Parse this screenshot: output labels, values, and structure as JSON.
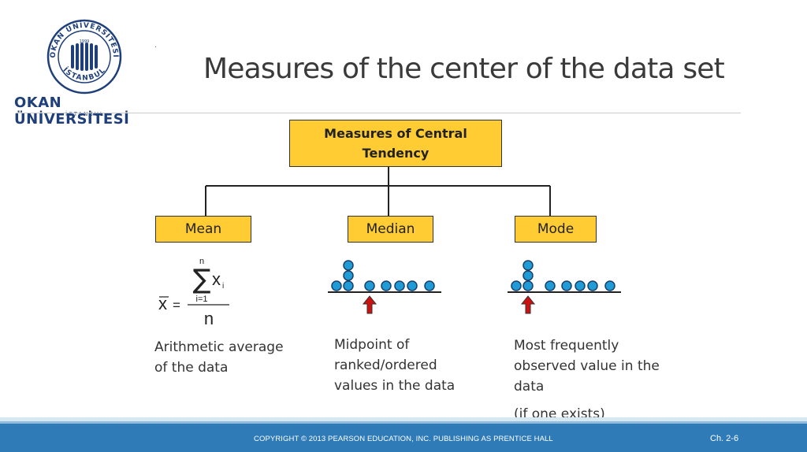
{
  "logo": {
    "arc_text": "OKAN ÜNİVERSİTESİ",
    "year": "1999",
    "city_arc": "İSTANBUL",
    "name": "OKAN ÜNİVERSİTESİ",
    "sub": "İSTANBUL"
  },
  "title_dot": ".",
  "title": "Measures of the center of the data set",
  "diagram": {
    "root": "Measures of Central Tendency",
    "mean": {
      "label": "Mean",
      "formula": {
        "sum_top": "n",
        "sum_bottom": "i=1",
        "term": "x",
        "term_sub": "i",
        "lhs": "x",
        "denominator": "n"
      },
      "description": "Arithmetic average of the data"
    },
    "median": {
      "label": "Median",
      "description": "Midpoint of ranked/ordered values in the data"
    },
    "mode": {
      "label": "Mode",
      "description": "Most frequently observed value in the data",
      "note": "(if one exists)"
    }
  },
  "colors": {
    "box_fill": "#ffcc33",
    "dot_fill": "#1f9bd6",
    "arrow_fill": "#cc1111",
    "footer": "#2e7bb8",
    "logo": "#1e3f7a"
  },
  "footer": {
    "copyright": "COPYRIGHT © 2013 PEARSON EDUCATION, INC. PUBLISHING AS PRENTICE HALL",
    "page": "Ch. 2-6"
  }
}
